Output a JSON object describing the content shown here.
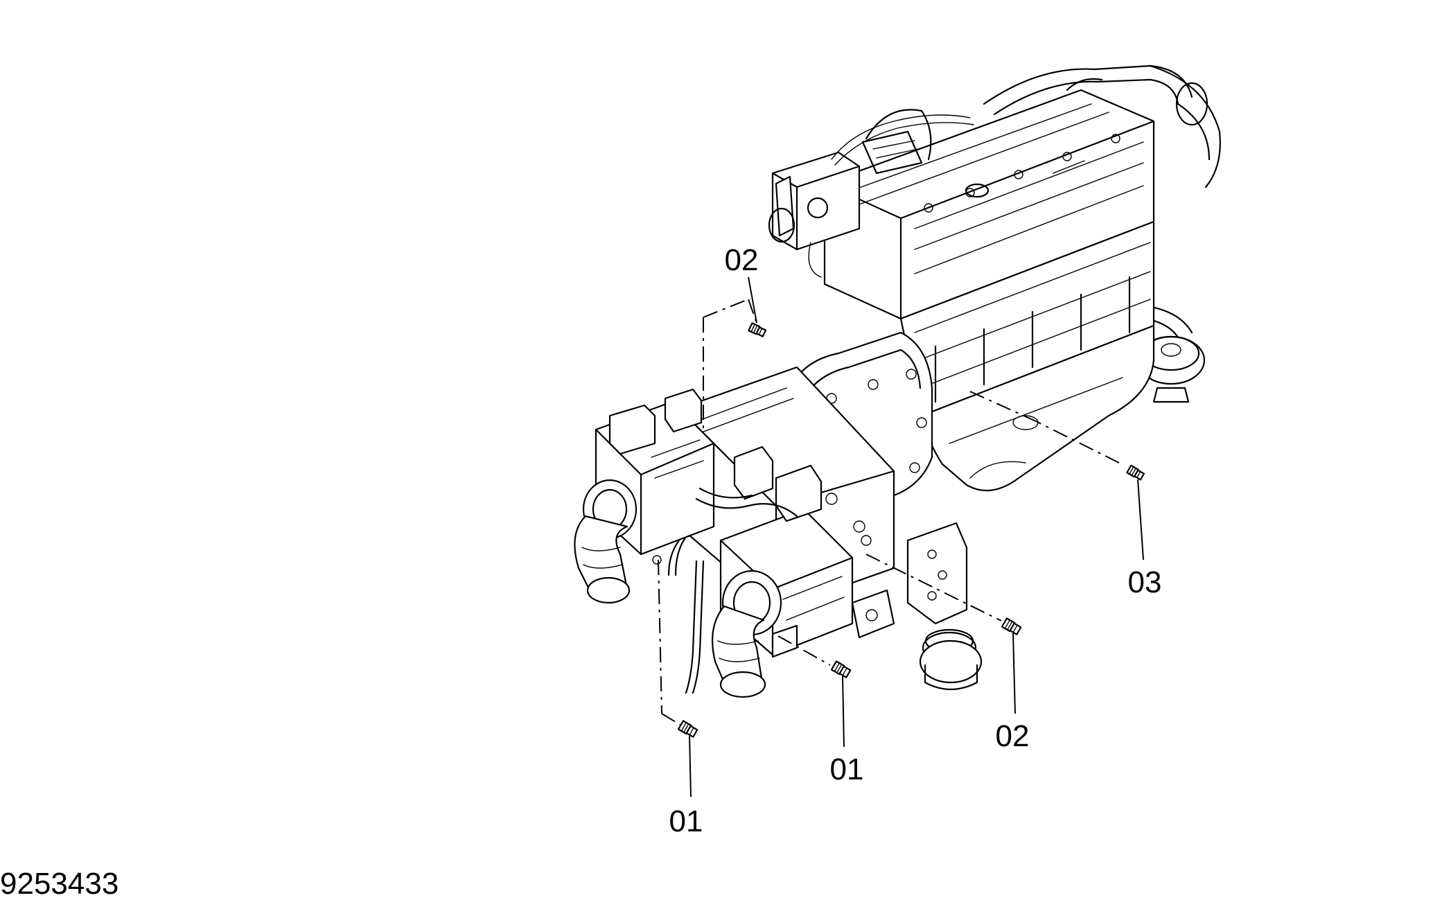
{
  "document_number": "9253433",
  "callouts": [
    {
      "id": "c-02-top",
      "label": "02"
    },
    {
      "id": "c-03",
      "label": "03"
    },
    {
      "id": "c-02-right",
      "label": "02"
    },
    {
      "id": "c-01-mid",
      "label": "01"
    },
    {
      "id": "c-01-left",
      "label": "01"
    }
  ],
  "icons": [
    "engine-assembly-drawing",
    "sensor-fitting-icon"
  ]
}
